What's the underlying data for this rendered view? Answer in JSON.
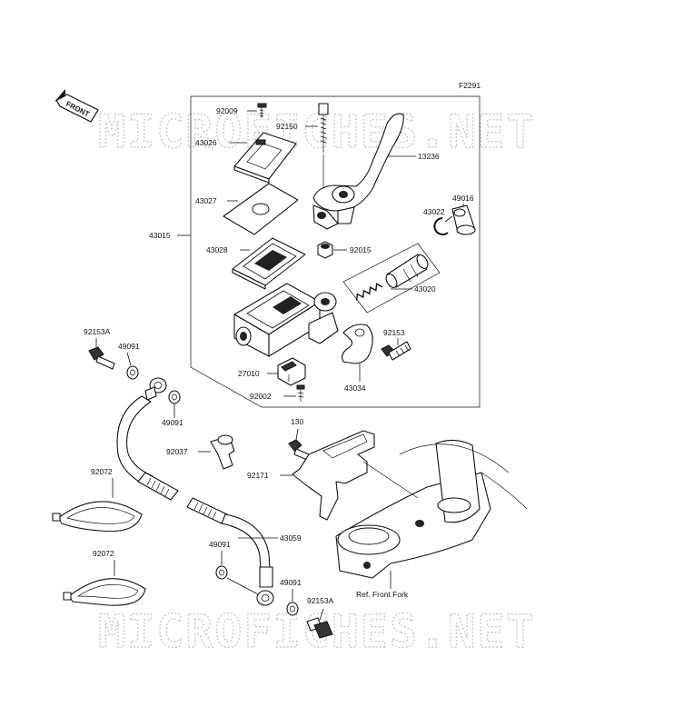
{
  "figure_code": "F2291",
  "front_arrow_label": "FRONT",
  "watermark_text": "MICROFICHES.NET",
  "reference_label": "Ref. Front Fork",
  "part_numbers": {
    "p92009": "92009",
    "p43026": "43026",
    "p92150": "92150",
    "p13236": "13236",
    "p43027": "43027",
    "p43015": "43015",
    "p43028": "43028",
    "p92015": "92015",
    "p43022": "43022",
    "p49016": "49016",
    "p43020": "43020",
    "p92153": "92153",
    "p27010": "27010",
    "p43034": "43034",
    "p92002": "92002",
    "p92153A_top": "92153A",
    "p49091_a": "49091",
    "p49091_b": "49091",
    "p130": "130",
    "p92037": "92037",
    "p92171": "92171",
    "p92072_a": "92072",
    "p43059": "43059",
    "p49091_c": "49091",
    "p92072_b": "92072",
    "p49091_d": "49091",
    "p92153A_bottom": "92153A"
  }
}
